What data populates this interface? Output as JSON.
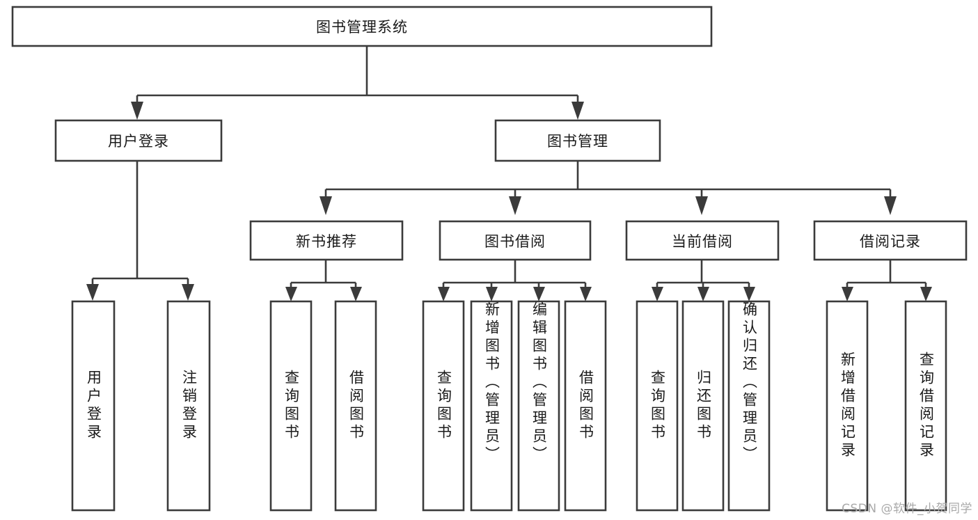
{
  "diagram": {
    "type": "tree-hierarchy",
    "title": "图书管理系统",
    "watermark": "CSDN @软件_小贺同学",
    "colors": {
      "box_stroke": "#3b3b3b",
      "box_fill": "#ffffff",
      "connector": "#3b3b3b",
      "text": "#1a1a1a",
      "background": "#ffffff",
      "watermark": "#a9a9a9"
    },
    "levels": {
      "root": {
        "label": "图书管理系统"
      },
      "level2": [
        {
          "label": "用户登录"
        },
        {
          "label": "图书管理"
        }
      ],
      "level3": [
        {
          "label": "新书推荐"
        },
        {
          "label": "图书借阅"
        },
        {
          "label": "当前借阅"
        },
        {
          "label": "借阅记录"
        }
      ],
      "leaves": {
        "user_login": [
          {
            "label": "用户登录"
          },
          {
            "label": "注销登录"
          }
        ],
        "new_book_recommend": [
          {
            "label": "查询图书"
          },
          {
            "label": "借阅图书"
          }
        ],
        "book_borrow": [
          {
            "label": "查询图书"
          },
          {
            "label": "新增图书（管理员）"
          },
          {
            "label": "编辑图书（管理员）"
          },
          {
            "label": "借阅图书"
          }
        ],
        "current_borrow": [
          {
            "label": "查询图书"
          },
          {
            "label": "归还图书"
          },
          {
            "label": "确认归还（管理员）"
          }
        ],
        "borrow_record": [
          {
            "label": "新增借阅记录"
          },
          {
            "label": "查询借阅记录"
          }
        ]
      }
    }
  }
}
